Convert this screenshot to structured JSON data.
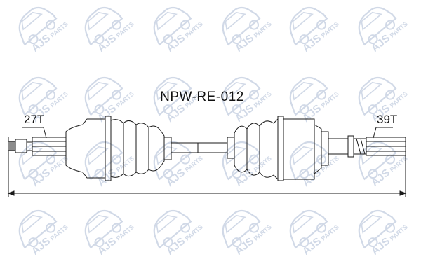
{
  "part_number": "NPW-RE-012",
  "left_spline": "27T",
  "right_spline": "39T",
  "watermark": {
    "brand": "AJS",
    "suffix": "PARTS",
    "color": "#c9d3e3"
  },
  "colors": {
    "line": "#1a1a1a",
    "background": "#ffffff"
  },
  "icons": [
    "car-watermark-icon"
  ]
}
